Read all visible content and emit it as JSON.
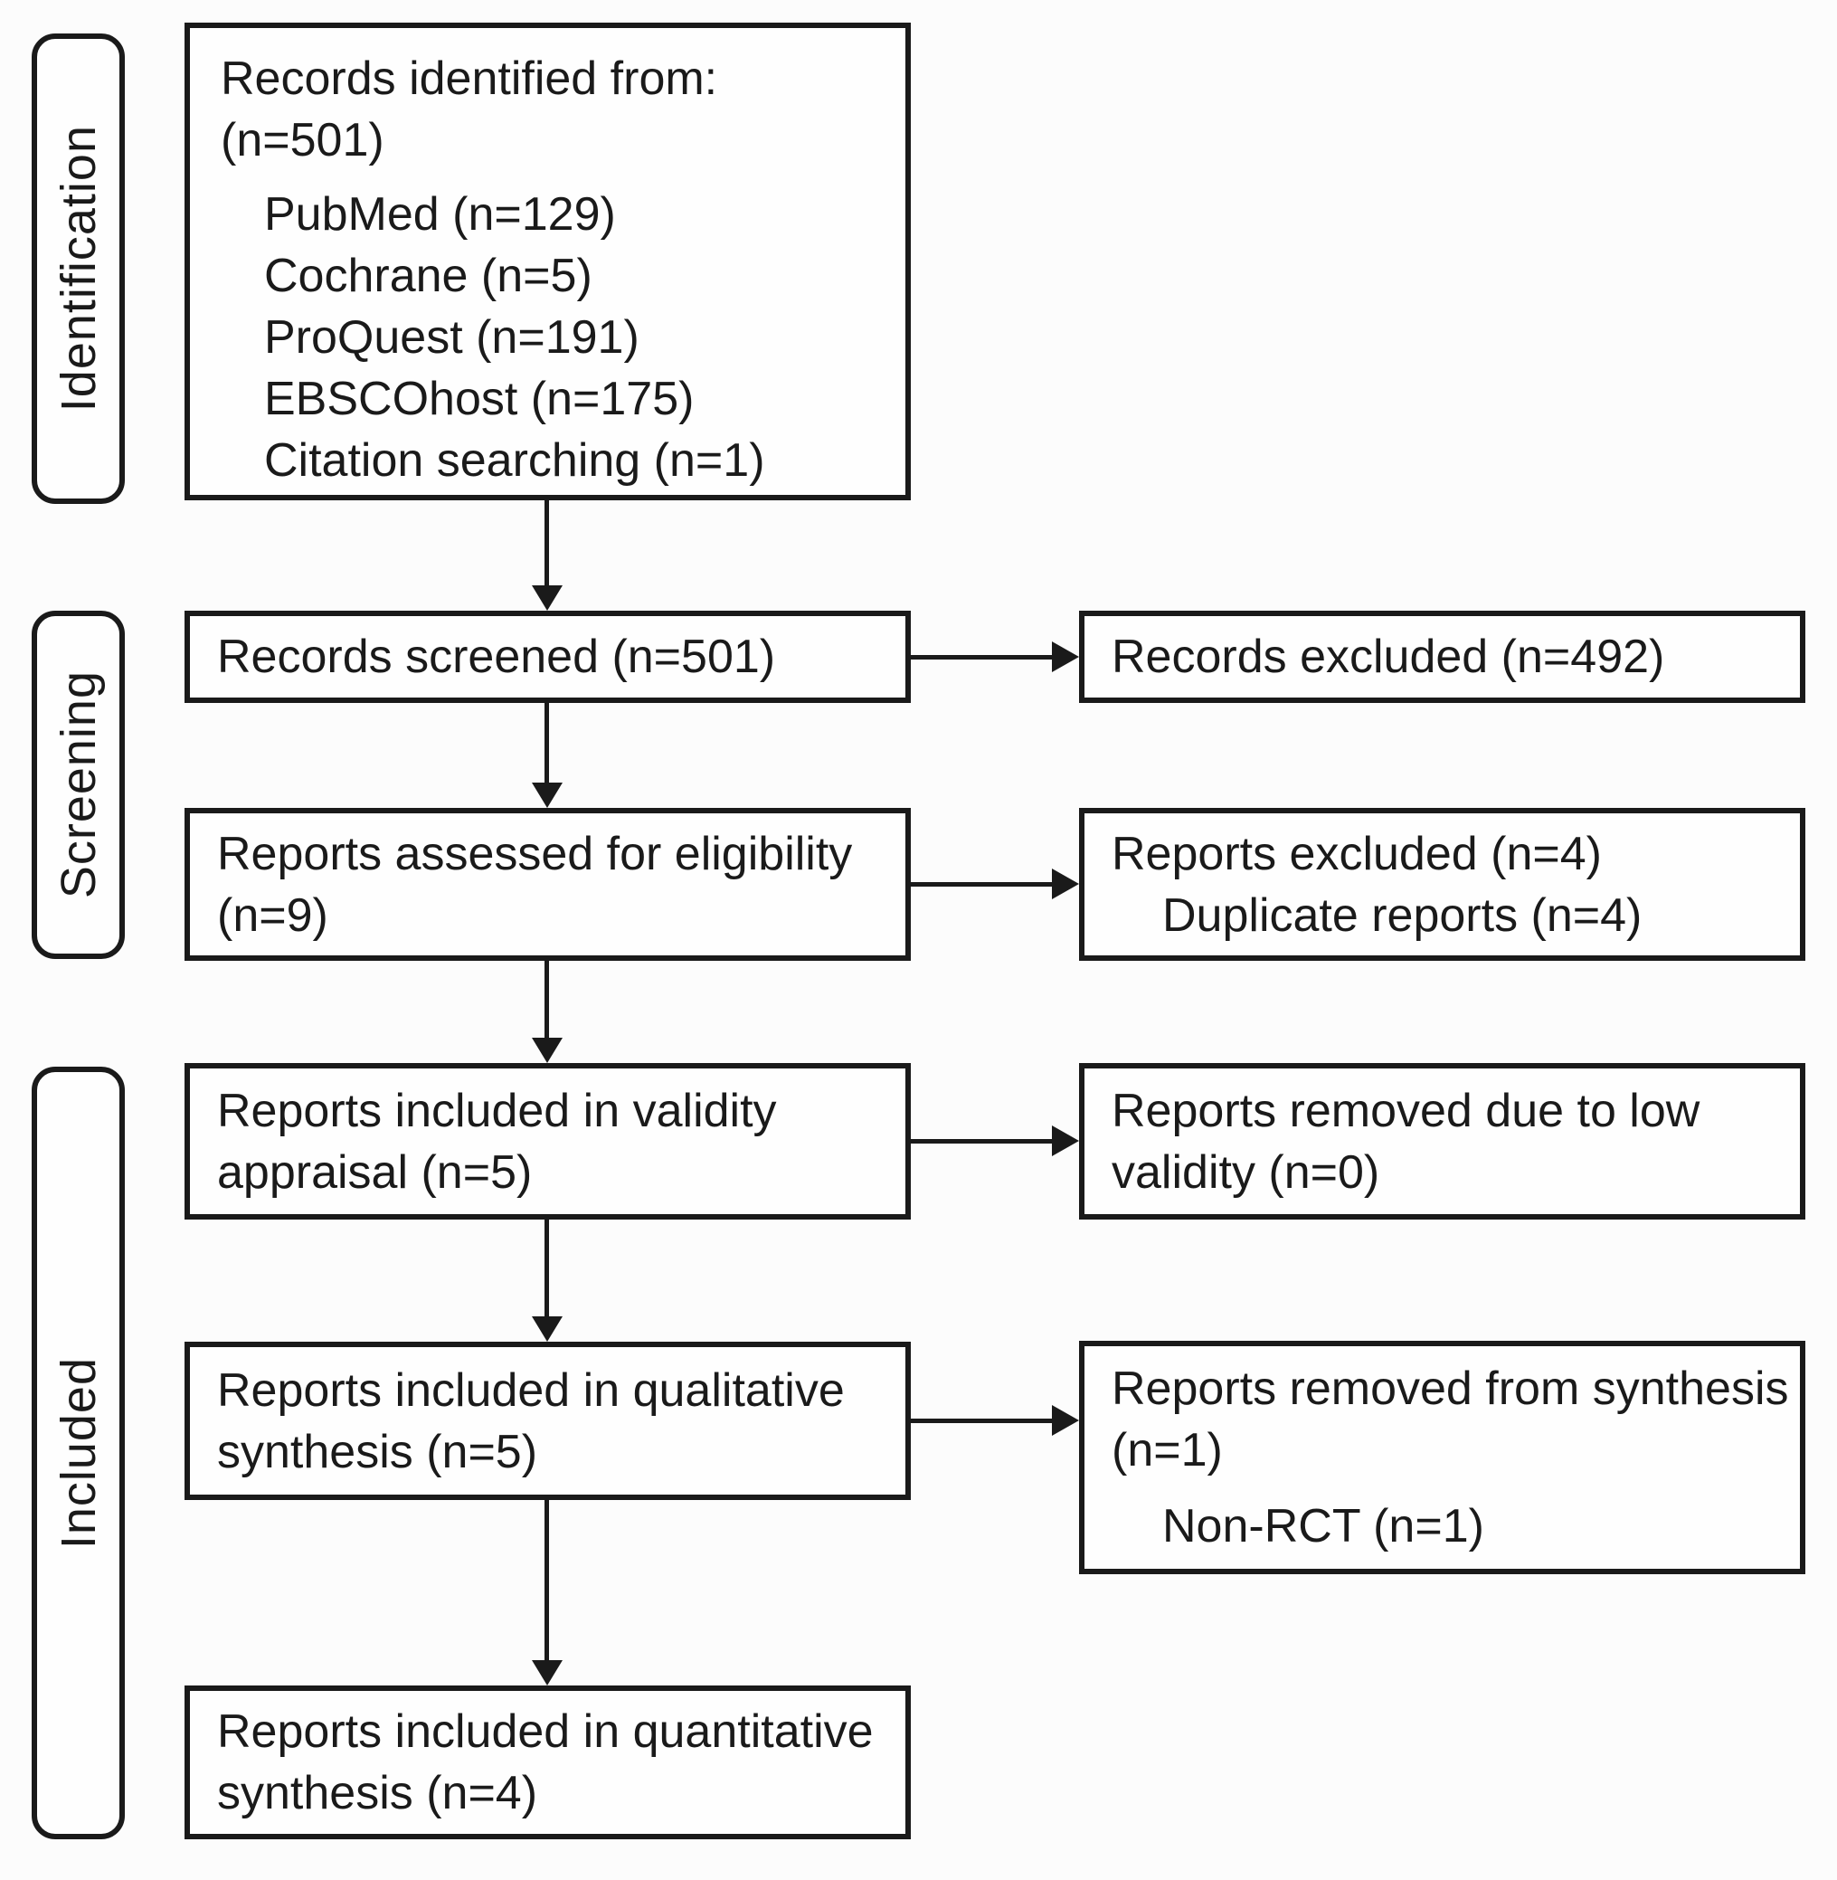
{
  "figure": {
    "type": "prisma-flow-diagram",
    "colors": {
      "stroke": "#1a1a1a",
      "box_fill": "#fefefe",
      "background": "#fcfcfc",
      "text": "#1a1a1a"
    },
    "stage_labels": [
      "Identification",
      "Screening",
      "Included"
    ],
    "boxes": {
      "records_identified": {
        "line1": "Records identified from:",
        "line2": "(n=501)",
        "sources": [
          "PubMed (n=129)",
          "Cochrane (n=5)",
          "ProQuest (n=191)",
          "EBSCOhost (n=175)",
          "Citation searching (n=1)"
        ]
      },
      "records_screened": {
        "line1": "Records screened (n=501)"
      },
      "records_excluded": {
        "line1": "Records excluded (n=492)"
      },
      "reports_assessed": {
        "line1": "Reports assessed for eligibility",
        "line2": "(n=9)"
      },
      "reports_excluded": {
        "line1": "Reports excluded (n=4)",
        "sub1": "Duplicate reports (n=4)"
      },
      "validity_appraisal": {
        "line1": "Reports included in validity",
        "line2": "appraisal (n=5)"
      },
      "removed_low_validity": {
        "line1": "Reports removed due to low",
        "line2": "validity (n=0)"
      },
      "qualitative_synthesis": {
        "line1": "Reports included in qualitative",
        "line2": "synthesis (n=5)"
      },
      "removed_from_synthesis": {
        "line1": "Reports removed from synthesis",
        "line2": "(n=1)",
        "sub1": "Non-RCT (n=1)"
      },
      "quantitative_synthesis": {
        "line1": "Reports included in quantitative",
        "line2": "synthesis (n=4)"
      }
    }
  }
}
